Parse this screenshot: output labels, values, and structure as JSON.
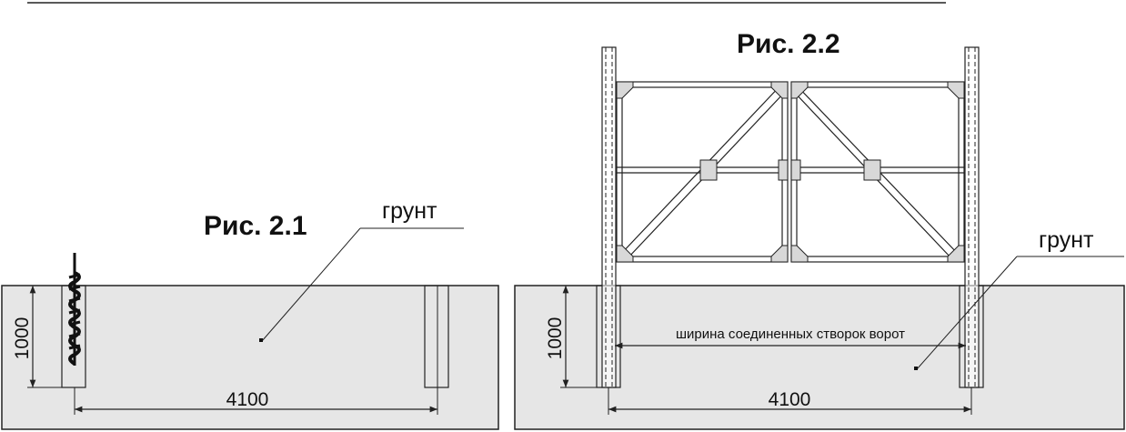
{
  "figure1": {
    "title": "Рис. 2.1",
    "soil_label": "грунт",
    "depth_label": "1000",
    "width_label": "4100"
  },
  "figure2": {
    "title": "Рис. 2.2",
    "soil_label": "грунт",
    "depth_label": "1000",
    "width_label": "4100",
    "gate_width_label": "ширина соединенных створок ворот"
  },
  "colors": {
    "ground_fill": "#e6e6e6",
    "line": "#222222",
    "plate_fill": "#d8d8d8"
  }
}
